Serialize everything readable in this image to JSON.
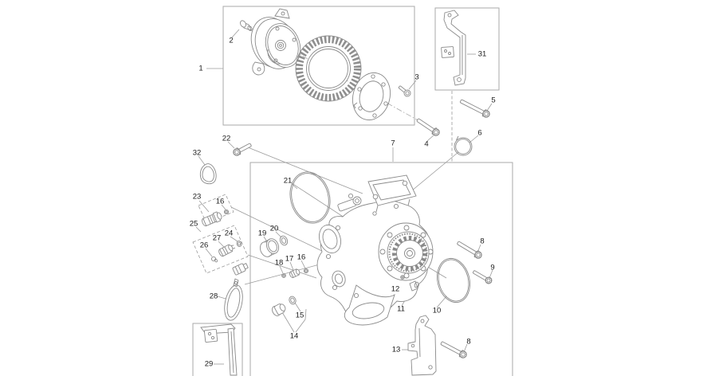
{
  "diagram": {
    "type": "exploded-parts-diagram",
    "subject": "water pump and gear assembly",
    "colors": {
      "background": "#ffffff",
      "line": "#8a8a8a",
      "label": "#1b1b1b",
      "box": "#aaaaaa"
    },
    "callouts": [
      {
        "label": "1"
      },
      {
        "label": "2"
      },
      {
        "label": "3"
      },
      {
        "label": "4"
      },
      {
        "label": "5"
      },
      {
        "label": "6"
      },
      {
        "label": "7"
      },
      {
        "label": "8"
      },
      {
        "label": "9"
      },
      {
        "label": "10"
      },
      {
        "label": "11"
      },
      {
        "label": "12"
      },
      {
        "label": "13"
      },
      {
        "label": "8"
      },
      {
        "label": "14"
      },
      {
        "label": "15"
      },
      {
        "label": "16"
      },
      {
        "label": "17"
      },
      {
        "label": "18"
      },
      {
        "label": "19"
      },
      {
        "label": "20"
      },
      {
        "label": "21"
      },
      {
        "label": "22"
      },
      {
        "label": "23"
      },
      {
        "label": "16"
      },
      {
        "label": "24"
      },
      {
        "label": "25"
      },
      {
        "label": "26"
      },
      {
        "label": "27"
      },
      {
        "label": "28"
      },
      {
        "label": "29"
      },
      {
        "label": "31"
      },
      {
        "label": "32"
      }
    ]
  }
}
